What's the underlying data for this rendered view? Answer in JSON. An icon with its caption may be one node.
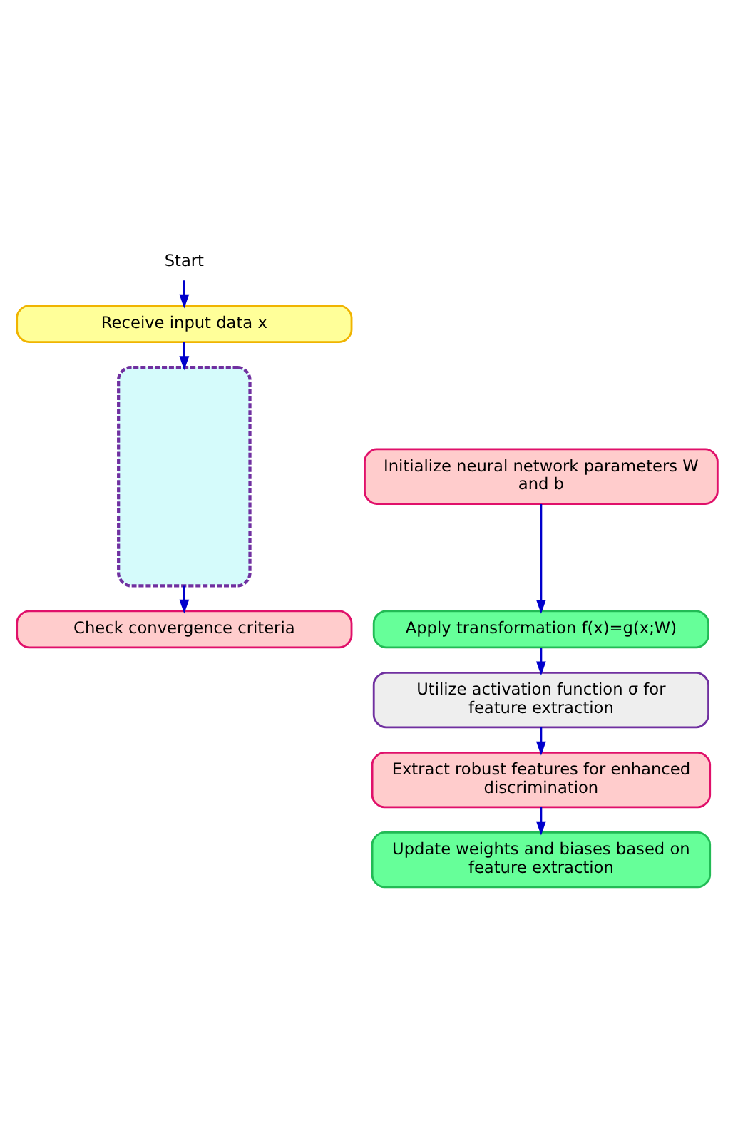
{
  "diagram": {
    "nodes": [
      {
        "text": [
          "Start"
        ]
      },
      {
        "text": [
          "Receive input data x"
        ]
      },
      {
        "text": [],
        "shape": "box"
      },
      {
        "text": [
          "Initialize neural network parameters W and b"
        ]
      },
      {
        "text": [
          "Apply transformation f(x)=g(x;W)"
        ]
      },
      {
        "text": [
          "Utilize activation function σ for feature extraction"
        ]
      },
      {
        "text": [
          "Extract robust features for enhanced discrimination"
        ]
      },
      {
        "text": [
          "Update weights and biases based on feature extraction"
        ]
      },
      {
        "text": [
          "Check convergence criteria"
        ]
      }
    ],
    "edges": [
      {
        "from": 0,
        "to": 1,
        "arrow": "to"
      },
      {
        "from": 1,
        "to": 2,
        "arrow": "to"
      },
      {
        "from": 3,
        "to": 4,
        "arrow": "to"
      },
      {
        "from": 4,
        "to": 5,
        "arrow": "to"
      },
      {
        "from": 5,
        "to": 6,
        "arrow": "to"
      },
      {
        "from": 6,
        "to": 7,
        "arrow": "to"
      },
      {
        "from": 2,
        "to": 8,
        "arrow": "to"
      }
    ]
  }
}
